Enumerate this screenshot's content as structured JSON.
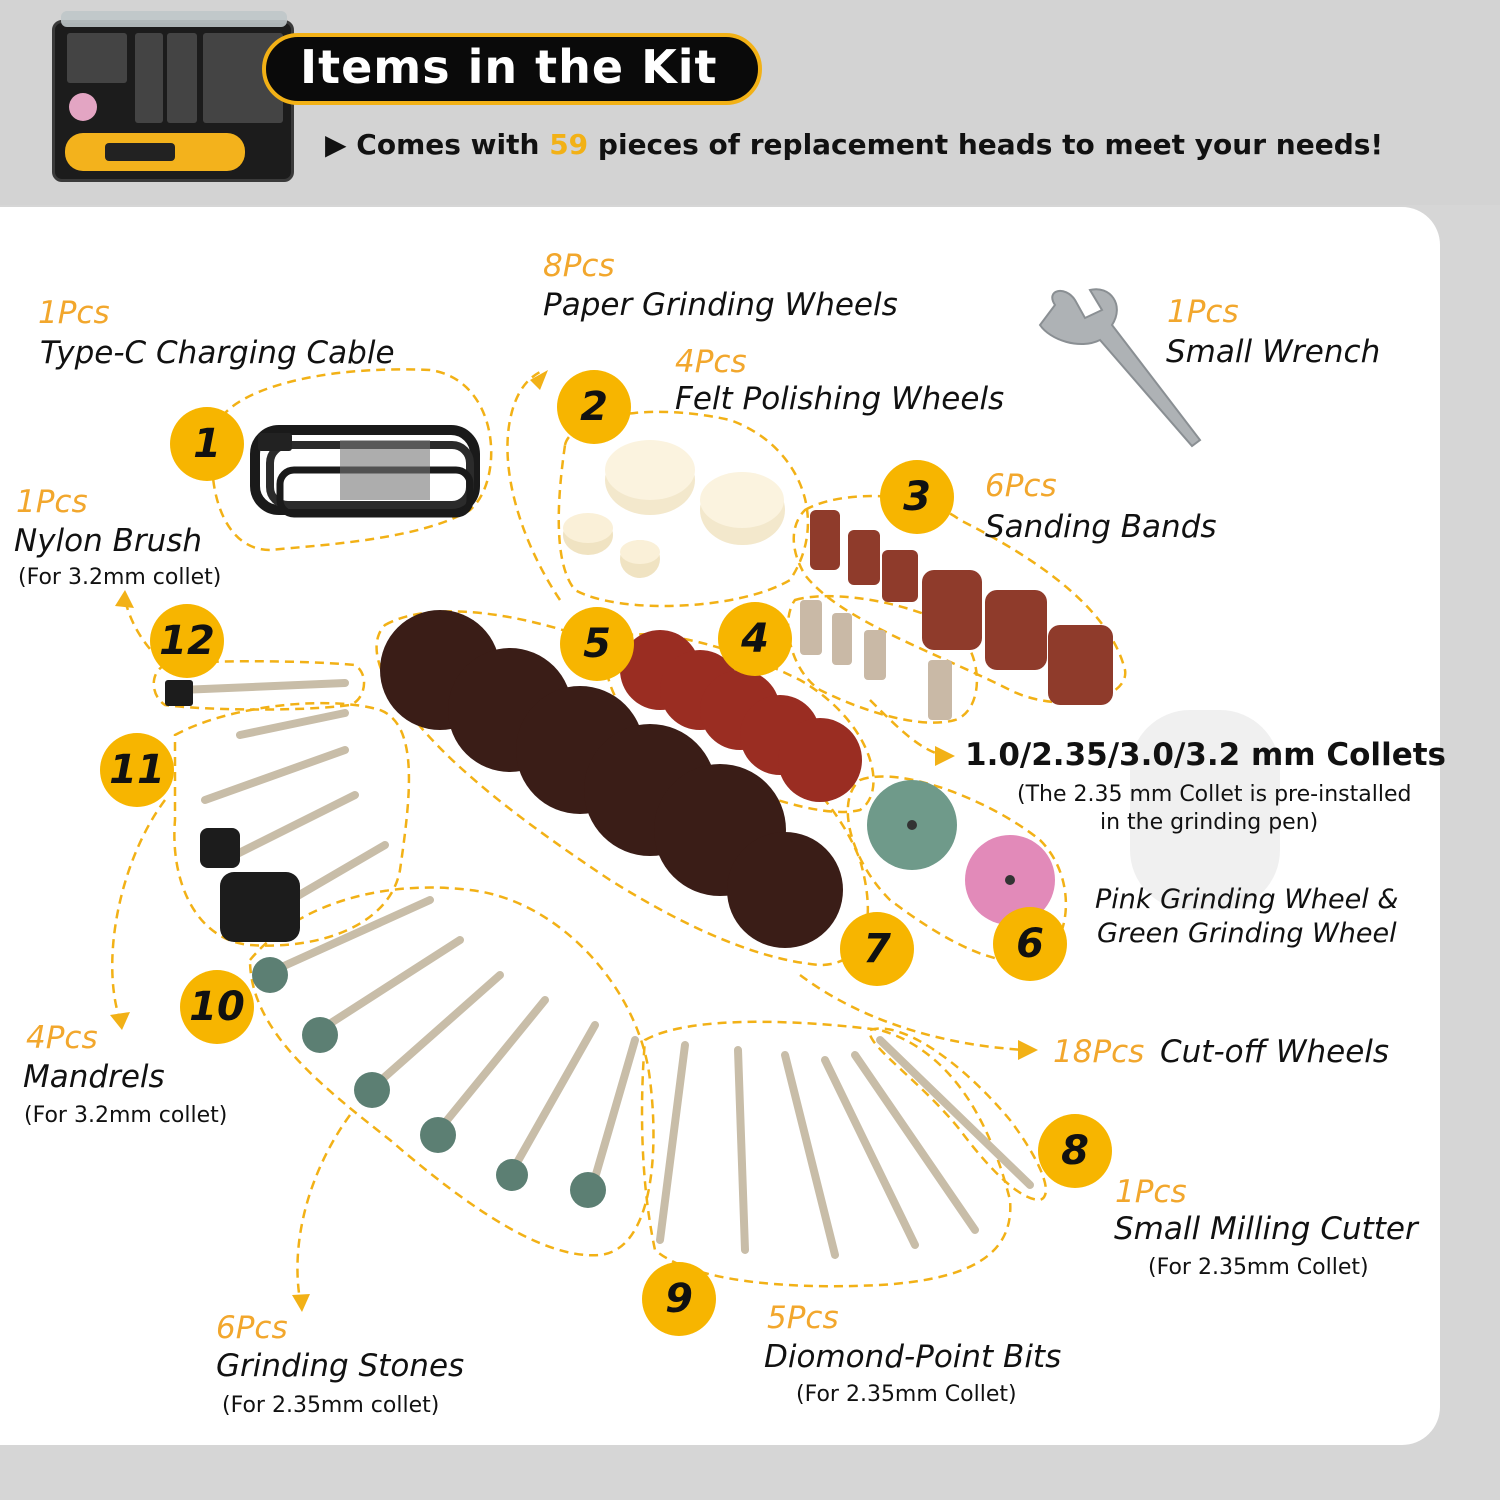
{
  "header": {
    "title": "Items in the Kit",
    "sub_prefix": "Comes with",
    "sub_count": "59",
    "sub_suffix": "pieces of replacement heads to meet your needs!"
  },
  "colors": {
    "accent": "#f7b500",
    "qty": "#f2a72d",
    "text": "#111111"
  },
  "items": [
    {
      "id": "cable",
      "badge": "1",
      "qty": "1Pcs",
      "name": "Type-C Charging Cable"
    },
    {
      "id": "paper",
      "qty": "8Pcs",
      "name": "Paper Grinding Wheels"
    },
    {
      "id": "felt",
      "badge": "2",
      "qty": "4Pcs",
      "name": "Felt Polishing Wheels"
    },
    {
      "id": "wrench",
      "qty": "1Pcs",
      "name": "Small Wrench"
    },
    {
      "id": "sanding",
      "badge": "3",
      "qty": "6Pcs",
      "name": "Sanding Bands"
    },
    {
      "id": "nylon",
      "qty": "1Pcs",
      "name": "Nylon Brush",
      "note": "(For 3.2mm collet)"
    },
    {
      "id": "collets",
      "badge": "4",
      "name": "1.0/2.35/3.0/3.2 mm Collets",
      "note1": "(The 2.35 mm Collet is pre-installed",
      "note2": "in the grinding pen)"
    },
    {
      "id": "paperwheels",
      "badge": "5"
    },
    {
      "id": "grinding",
      "badge": "6",
      "name1": "Pink Grinding Wheel &",
      "name2": "Green Grinding Wheel"
    },
    {
      "id": "cutoff",
      "badge": "7",
      "qty": "18Pcs",
      "name": "Cut-off Wheels"
    },
    {
      "id": "milling",
      "badge": "8",
      "qty": "1Pcs",
      "name": "Small Milling Cutter",
      "note": "(For 2.35mm Collet)"
    },
    {
      "id": "diamond",
      "badge": "9",
      "qty": "5Pcs",
      "name": "Diomond-Point Bits",
      "note": "(For 2.35mm Collet)"
    },
    {
      "id": "stones",
      "badge": "10",
      "qty": "6Pcs",
      "name": "Grinding Stones",
      "note": "(For 2.35mm collet)"
    },
    {
      "id": "mandrels",
      "badge": "11",
      "qty": "4Pcs",
      "name": "Mandrels",
      "note": "(For 3.2mm collet)"
    },
    {
      "id": "brush",
      "badge": "12"
    }
  ]
}
